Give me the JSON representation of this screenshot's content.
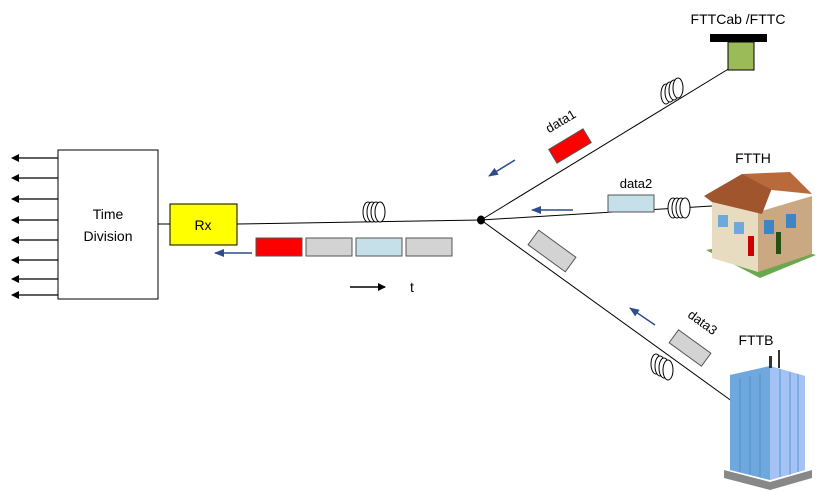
{
  "diagram": {
    "time_division_label_line1": "Time",
    "time_division_label_line2": "Division",
    "rx_label": "Rx",
    "time_axis_label": "t",
    "fttc_label": "FTTCab /FTTC",
    "ftth_label": "FTTH",
    "fttb_label": "FTTB",
    "data1_label": "data1",
    "data2_label": "data2",
    "data3_label": "data3",
    "output_arrow_count": 8
  },
  "colors": {
    "rx_fill": "#ffff00",
    "data1_fill": "#ff0000",
    "data2_fill": "#c5e0e8",
    "data3_fill": "#d3d3d3",
    "arrow_blue": "#2e4d8a",
    "cabinet_green": "#9bbb59"
  },
  "icons": {
    "fiber_coil": "fiber-coil-icon",
    "splitter": "splitter-node-icon",
    "house": "house-icon",
    "building": "office-building-icon",
    "cabinet": "street-cabinet-icon"
  }
}
